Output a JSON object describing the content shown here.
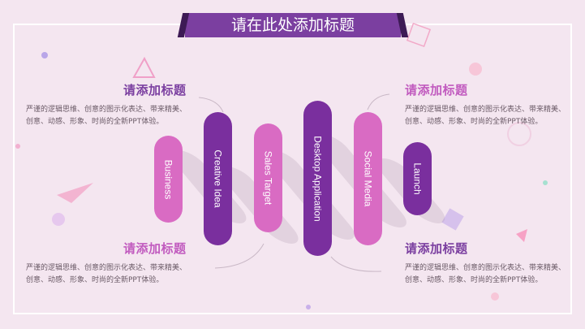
{
  "title": "请在此处添加标题",
  "blocks": [
    {
      "heading": "请添加标题",
      "text": "严谨的逻辑思维、创意的图示化表达、带来精美、创意、动感、形象、时尚的全新PPT体验。"
    },
    {
      "heading": "请添加标题",
      "text": "严谨的逻辑思维、创意的图示化表达、带来精美、创意、动感、形象、时尚的全新PPT体验。"
    },
    {
      "heading": "请添加标题",
      "text": "严谨的逻辑思维、创意的图示化表达、带来精美、创意、动感、形象、时尚的全新PPT体验。"
    },
    {
      "heading": "请添加标题",
      "text": "严谨的逻辑思维、创意的图示化表达、带来精美、创意、动感、形象、时尚的全新PPT体验。"
    }
  ],
  "pills": [
    "Business",
    "Creative Idea",
    "Sales Target",
    "Desktop Application",
    "Social Media",
    "Launch"
  ],
  "colors": {
    "purple": "#7a2f9e",
    "pink": "#d96bc3",
    "background": "#f4e6f0"
  }
}
